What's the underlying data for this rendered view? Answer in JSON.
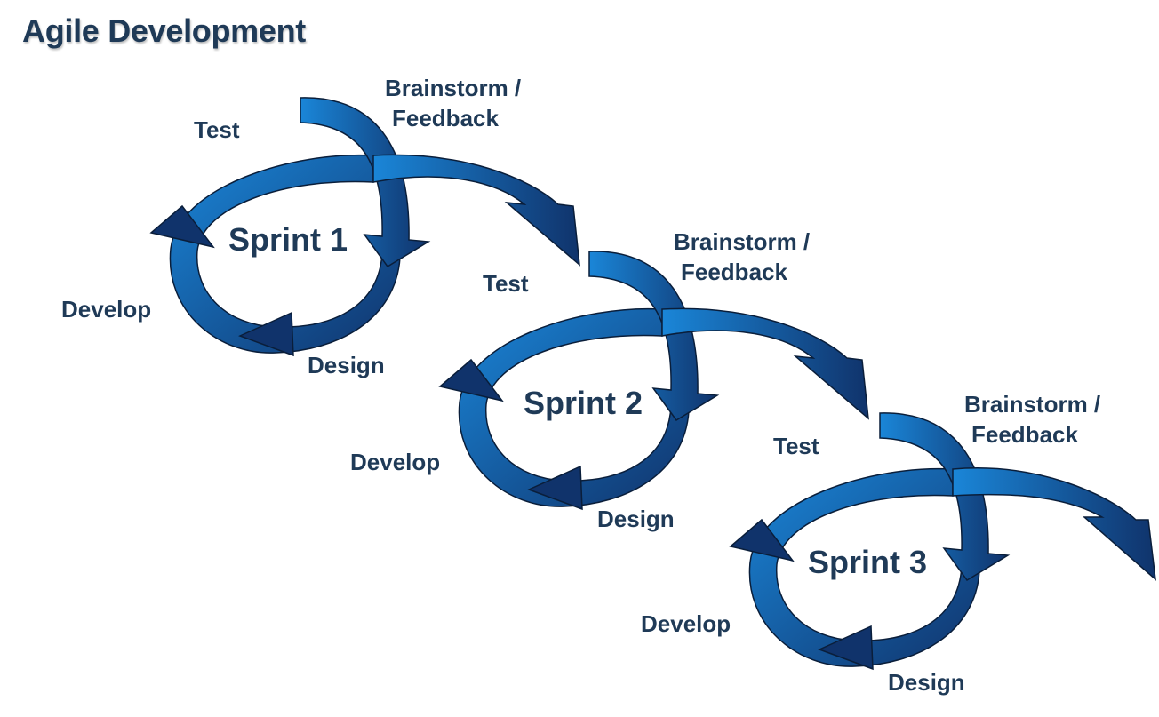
{
  "title": "Agile Development",
  "colors": {
    "text": "#1f3a57",
    "arrow_light": "#1a7fd0",
    "arrow_dark": "#0f3166",
    "outline": "#0a1e3a"
  },
  "sprints": [
    {
      "name": "Sprint 1",
      "brainstorm_line1": "Brainstorm /",
      "brainstorm_line2": "Feedback",
      "test": "Test",
      "develop": "Develop",
      "design": "Design"
    },
    {
      "name": "Sprint 2",
      "brainstorm_line1": "Brainstorm /",
      "brainstorm_line2": "Feedback",
      "test": "Test",
      "develop": "Develop",
      "design": "Design"
    },
    {
      "name": "Sprint 3",
      "brainstorm_line1": "Brainstorm /",
      "brainstorm_line2": "Feedback",
      "test": "Test",
      "develop": "Develop",
      "design": "Design"
    }
  ]
}
